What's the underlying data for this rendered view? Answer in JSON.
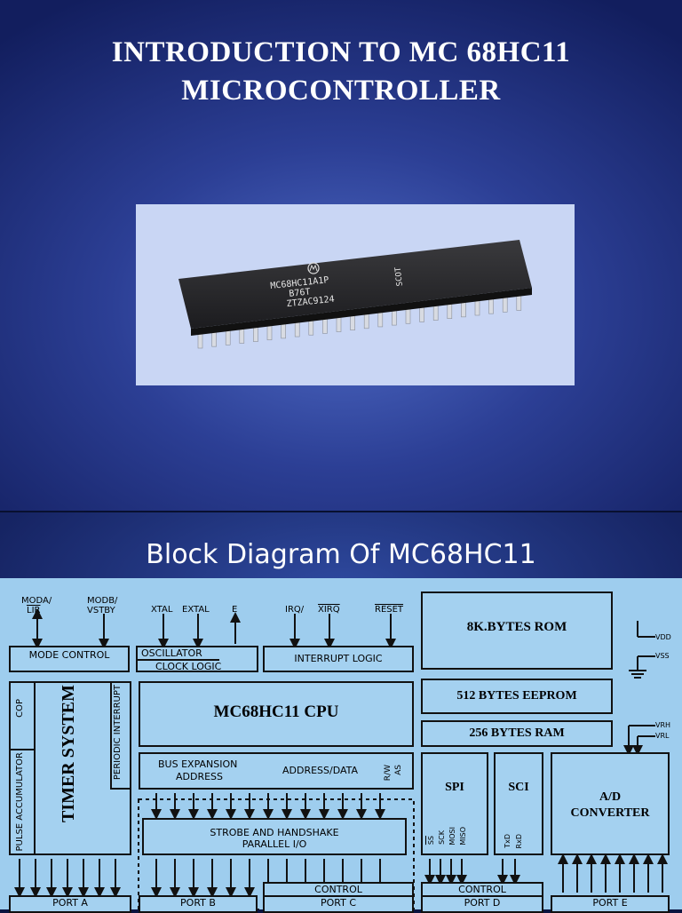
{
  "slide1": {
    "title_line1": "INTRODUCTION TO  MC 68HC11",
    "title_line2": "MICROCONTROLLER",
    "chip": {
      "line1": "MC68HC11A1P",
      "line2": "B76T",
      "line3": "ZTZAC9124",
      "side": "SCOT"
    }
  },
  "slide2": {
    "title": "Block Diagram Of MC68HC11",
    "signals": {
      "moda": "MODA/",
      "lir": "LIR",
      "modb": "MODB/",
      "vstby": "VSTBY",
      "xtal": "XTAL",
      "extal": "EXTAL",
      "e": "E",
      "irq": "IRQ/",
      "xirq": "XIRQ",
      "reset": "RESET",
      "vdd": "VDD",
      "vss": "VSS",
      "vrh": "VRH",
      "vrl": "VRL"
    },
    "blocks": {
      "mode_control": "MODE CONTROL",
      "oscillator": "OSCILLATOR",
      "clock_logic": "CLOCK LOGIC",
      "interrupt_logic": "INTERRUPT LOGIC",
      "rom": "8K.BYTES ROM",
      "eeprom": "512 BYTES EEPROM",
      "ram": "256 BYTES RAM",
      "cpu": "MC68HC11 CPU",
      "timer_system": "TIMER SYSTEM",
      "cop": "COP",
      "pulse_accumulator": "PULSE ACCUMULATOR",
      "periodic_interrupt": "PERIODIC INTERRUPT",
      "bus_expansion": "BUS EXPANSION",
      "address": "ADDRESS",
      "address_data": "ADDRESS/DATA",
      "rw": "R/W",
      "as": "AS",
      "strobe": "STROBE AND HANDSHAKE",
      "parallel_io": "PARALLEL I/O",
      "spi": "SPI",
      "sci": "SCI",
      "ad": "A/D",
      "converter": "CONVERTER",
      "ss": "SS",
      "sck": "SCK",
      "mosi": "MOSI",
      "miso": "MISO",
      "txd": "TxD",
      "rxd": "RxD",
      "control_c": "CONTROL",
      "control_d": "CONTROL"
    },
    "ports": [
      "PORT A",
      "PORT B",
      "PORT C",
      "PORT D",
      "PORT E"
    ]
  }
}
